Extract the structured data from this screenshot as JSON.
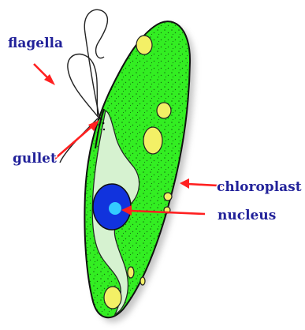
{
  "diagram": {
    "labels": {
      "flagella": "flagella",
      "gullet": "gullet",
      "chloroplast": "chloroplast",
      "nucleus": "nucleus"
    },
    "colors": {
      "label_text": "#22229a",
      "label_outline": "#ffffff",
      "arrow": "#ff2020",
      "cytoplasm": "#33ee22",
      "gullet_region": "#d6f2d0",
      "nucleus": "#1133dd",
      "nucleolus": "#33ccff",
      "granules": "#f3f066",
      "outline": "#111111",
      "shadow": "#bbbbbb"
    }
  }
}
